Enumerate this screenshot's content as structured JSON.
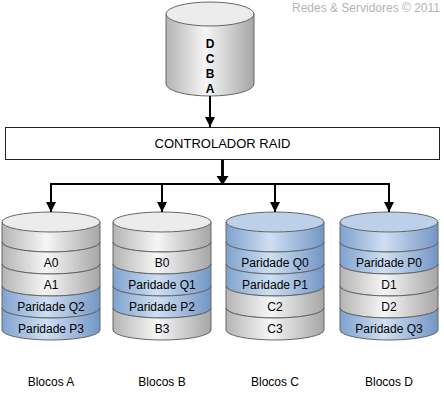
{
  "diagram": {
    "nodes": [
      {
        "text": [
          "D C B A"
        ]
      },
      {
        "text": [
          "CONTROLADOR RAID"
        ]
      },
      {
        "text": [
          "Blocos A"
        ]
      },
      {
        "text": [
          "A0"
        ],
        "in": 2
      },
      {
        "text": [
          "A1"
        ],
        "in": 2
      },
      {
        "text": [
          "Paridade Q2"
        ],
        "in": 2
      },
      {
        "text": [
          "Paridade P3"
        ],
        "in": 2
      },
      {
        "text": [
          "Blocos B"
        ]
      },
      {
        "text": [
          "B0"
        ],
        "in": 7
      },
      {
        "text": [
          "Paridade Q1"
        ],
        "in": 7
      },
      {
        "text": [
          "Paridade P2"
        ],
        "in": 7
      },
      {
        "text": [
          "B3"
        ],
        "in": 7
      },
      {
        "text": [
          "Blocos C"
        ]
      },
      {
        "text": [
          "Paridade Q0"
        ],
        "in": 12
      },
      {
        "text": [
          "Paridade P1"
        ],
        "in": 12
      },
      {
        "text": [
          "C2"
        ],
        "in": 12
      },
      {
        "text": [
          "C3"
        ],
        "in": 12
      },
      {
        "text": [
          "Blocos D"
        ]
      },
      {
        "text": [
          "Paridade P0"
        ],
        "in": 17
      },
      {
        "text": [
          "D1"
        ],
        "in": 17
      },
      {
        "text": [
          "D2"
        ],
        "in": 17
      },
      {
        "text": [
          "Paridade Q3"
        ],
        "in": 17
      }
    ],
    "edges": [
      {
        "from": 0,
        "to": 1,
        "arrow": "to"
      },
      {
        "from": 1,
        "to": 2,
        "arrow": "to"
      },
      {
        "from": 1,
        "to": 7,
        "arrow": "to"
      },
      {
        "from": 1,
        "to": 12,
        "arrow": "to"
      },
      {
        "from": 1,
        "to": 17,
        "arrow": "to"
      }
    ],
    "labels": [
      "Redes & Servidores © 2011"
    ]
  }
}
